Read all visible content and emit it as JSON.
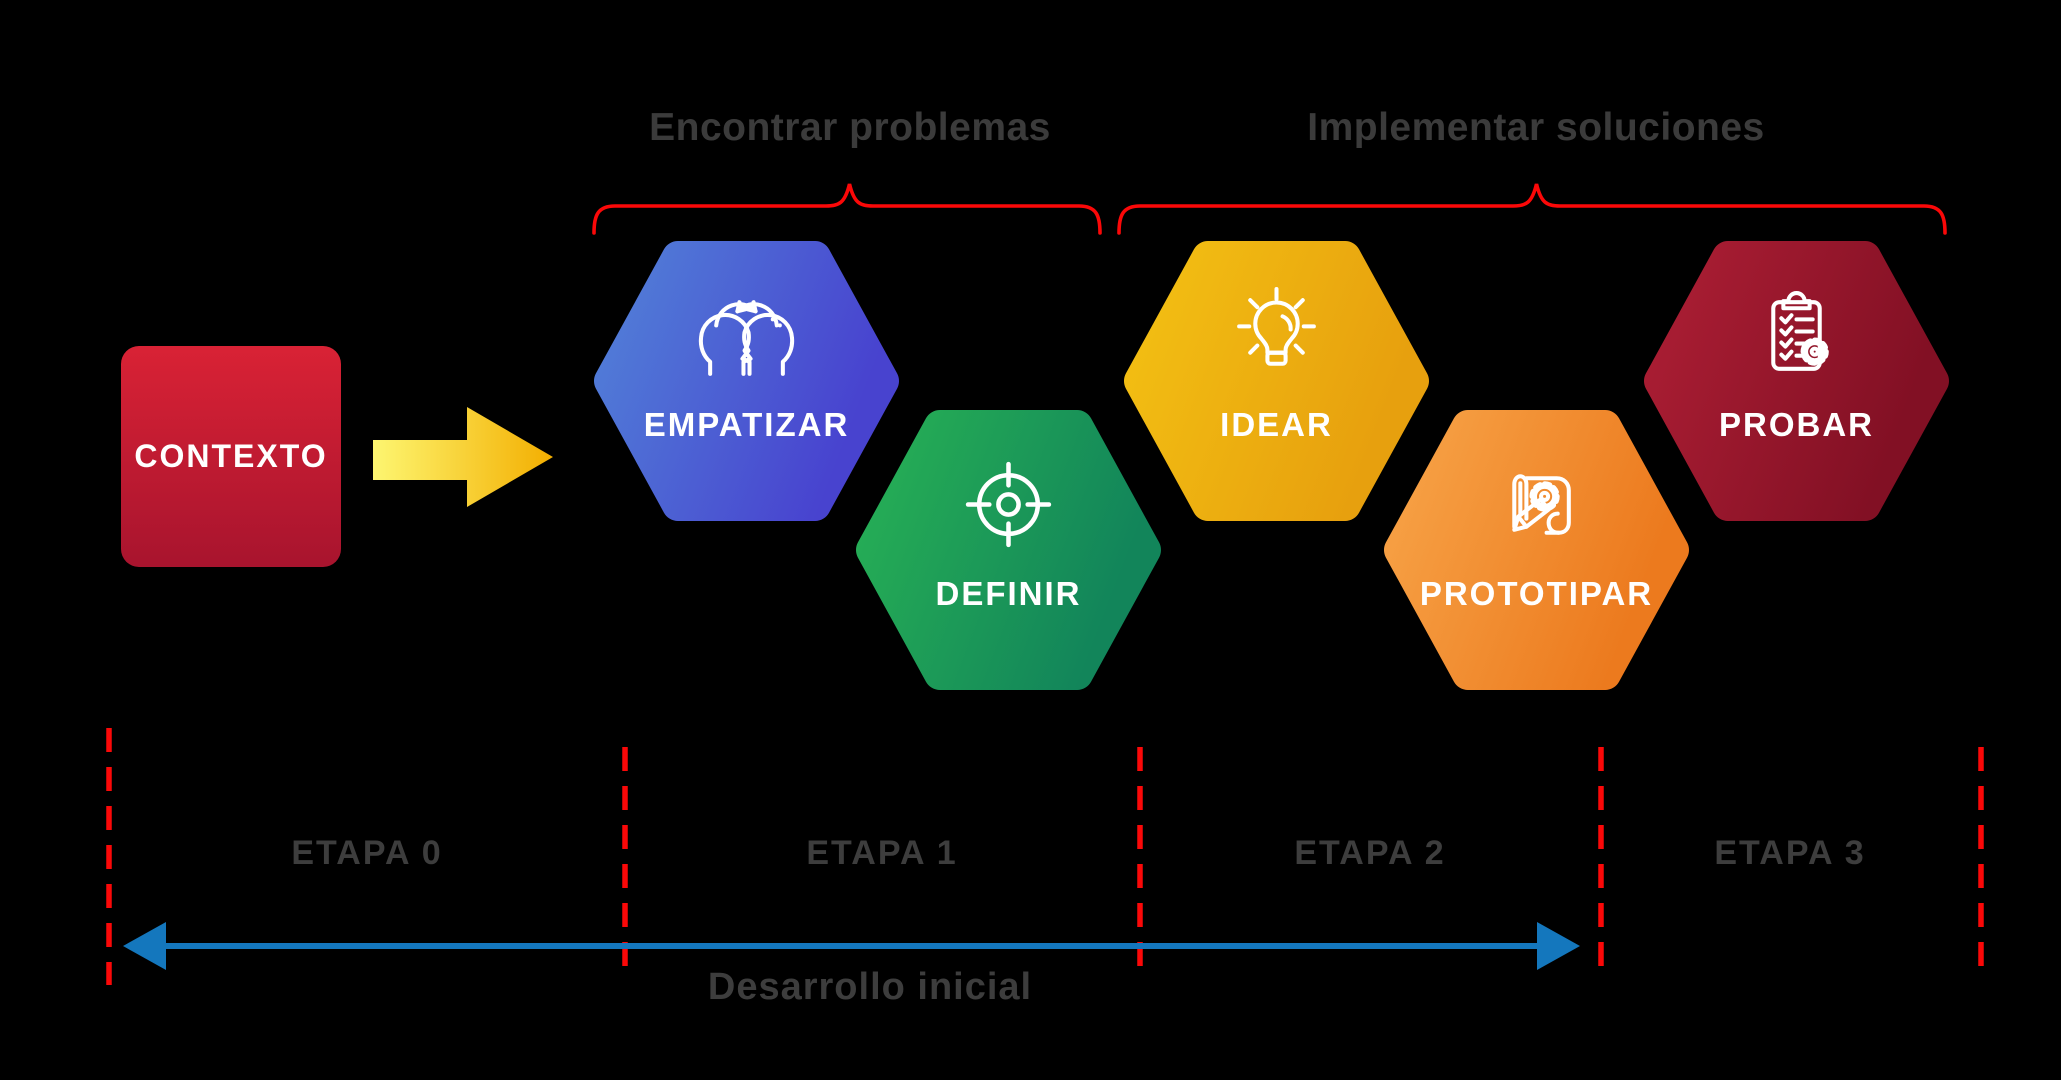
{
  "top_groups": {
    "find_problems_label": "Encontrar problemas",
    "implement_solutions_label": "Implementar soluciones"
  },
  "context_box": {
    "label": "CONTEXTO"
  },
  "stages": [
    {
      "label": "EMPATIZAR",
      "icon": "empathize-heads-icon",
      "color_from": "#5180d8",
      "color_to": "#4843cf"
    },
    {
      "label": "DEFINIR",
      "icon": "target-icon",
      "color_from": "#27b055",
      "color_to": "#12855a"
    },
    {
      "label": "IDEAR",
      "icon": "lightbulb-icon",
      "color_from": "#f3c013",
      "color_to": "#e7a00e"
    },
    {
      "label": "PROTOTIPAR",
      "icon": "blueprint-gear-pencil-icon",
      "color_from": "#f7a347",
      "color_to": "#ec7a1e"
    },
    {
      "label": "PROBAR",
      "icon": "clipboard-checklist-gear-icon",
      "color_from": "#ac1e34",
      "color_to": "#821024"
    }
  ],
  "etapa_labels": [
    "ETAPA 0",
    "ETAPA 1",
    "ETAPA 2",
    "ETAPA 3"
  ],
  "timeline": {
    "label": "Desarrollo inicial"
  },
  "colors": {
    "background": "#000000",
    "red_accent": "#fb0808",
    "blue_arrow": "#1477bd",
    "gray_text": "#3b3b3b",
    "white": "#ffffff",
    "context_top": "#d92235",
    "context_bottom": "#a8142e",
    "arrow_yellow_from": "#fdf671",
    "arrow_yellow_to": "#f3ae00"
  }
}
